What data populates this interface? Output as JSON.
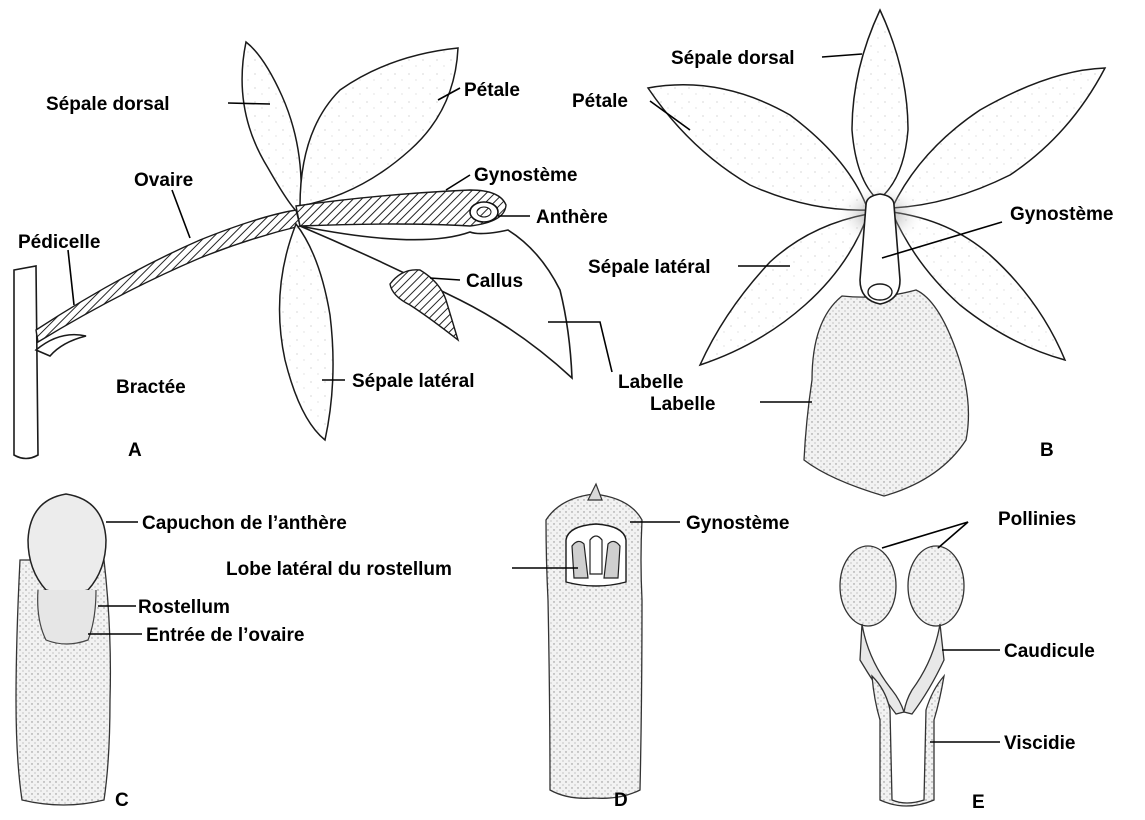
{
  "panels": {
    "A": {
      "letter": "A",
      "labels": {
        "sepale_dorsal": "Sépale dorsal",
        "petale": "Pétale",
        "ovaire": "Ovaire",
        "gynosteme": "Gynostème",
        "pedicelle": "Pédicelle",
        "anthere": "Anthère",
        "callus": "Callus",
        "bractee": "Bractée",
        "sepale_lateral": "Sépale latéral",
        "labelle": "Labelle"
      }
    },
    "B": {
      "letter": "B",
      "labels": {
        "sepale_dorsal": "Sépale dorsal",
        "petale": "Pétale",
        "gynosteme": "Gynostème",
        "sepale_lateral": "Sépale latéral",
        "labelle": "Labelle"
      }
    },
    "C": {
      "letter": "C",
      "labels": {
        "capuchon": "Capuchon de l’anthère",
        "rostellum": "Rostellum",
        "entree_ovaire": "Entrée de l’ovaire"
      }
    },
    "D": {
      "letter": "D",
      "labels": {
        "gynosteme": "Gynostème",
        "lobe_lateral": "Lobe latéral du rostellum"
      }
    },
    "E": {
      "letter": "E",
      "labels": {
        "pollinies": "Pollinies",
        "caudicule": "Caudicule",
        "viscidie": "Viscidie"
      }
    }
  }
}
